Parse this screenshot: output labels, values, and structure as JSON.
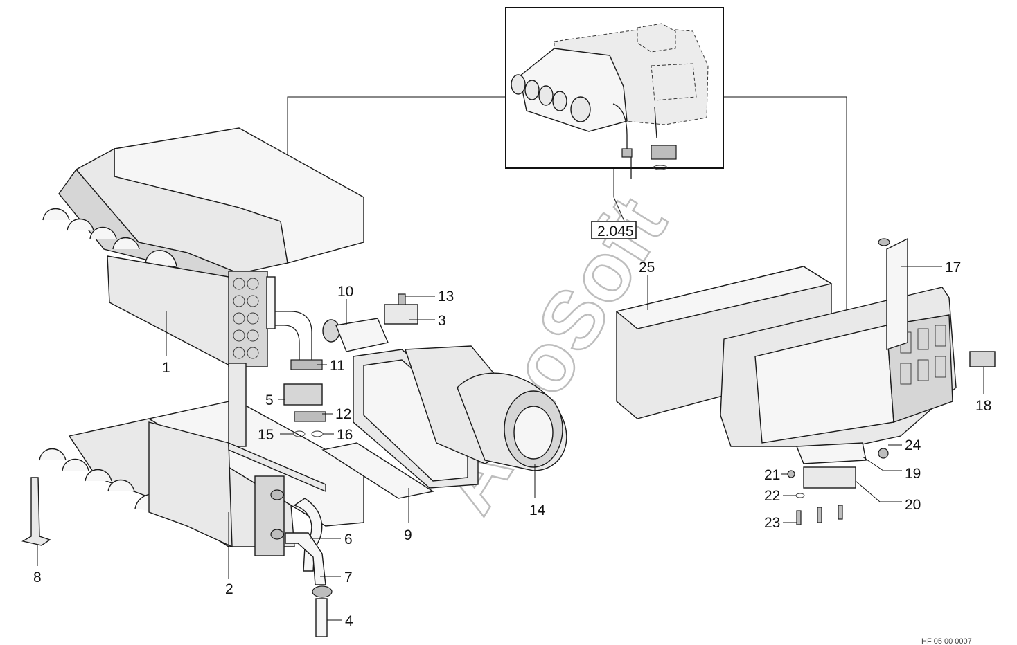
{
  "reference": "2.045",
  "watermark": "AutoSoft",
  "footer_code": "HF 05 00 0007",
  "callouts": [
    {
      "id": "c1",
      "label": "1"
    },
    {
      "id": "c2",
      "label": "2"
    },
    {
      "id": "c3",
      "label": "3"
    },
    {
      "id": "c4",
      "label": "4"
    },
    {
      "id": "c5",
      "label": "5"
    },
    {
      "id": "c6",
      "label": "6"
    },
    {
      "id": "c7",
      "label": "7"
    },
    {
      "id": "c8",
      "label": "8"
    },
    {
      "id": "c9",
      "label": "9"
    },
    {
      "id": "c10",
      "label": "10"
    },
    {
      "id": "c11",
      "label": "11"
    },
    {
      "id": "c12",
      "label": "12"
    },
    {
      "id": "c13",
      "label": "13"
    },
    {
      "id": "c14",
      "label": "14"
    },
    {
      "id": "c15",
      "label": "15"
    },
    {
      "id": "c16",
      "label": "16"
    },
    {
      "id": "c17",
      "label": "17"
    },
    {
      "id": "c18",
      "label": "18"
    },
    {
      "id": "c19",
      "label": "19"
    },
    {
      "id": "c20",
      "label": "20"
    },
    {
      "id": "c21",
      "label": "21"
    },
    {
      "id": "c22",
      "label": "22"
    },
    {
      "id": "c23",
      "label": "23"
    },
    {
      "id": "c24",
      "label": "24"
    },
    {
      "id": "c25",
      "label": "25"
    }
  ]
}
